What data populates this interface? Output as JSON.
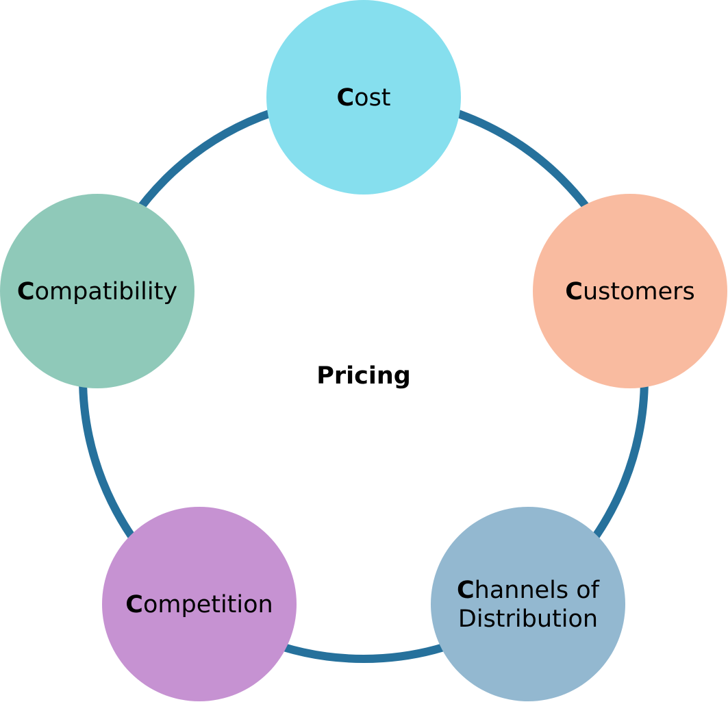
{
  "diagram": {
    "center_label": "Pricing",
    "ring_color": "#26719c",
    "nodes": [
      {
        "id": "cost",
        "initial": "C",
        "lines": [
          "ost"
        ],
        "color": "#86dfee"
      },
      {
        "id": "customers",
        "initial": "C",
        "lines": [
          "ustomers"
        ],
        "color": "#f9bba0"
      },
      {
        "id": "channels-of-distribution",
        "initial": "C",
        "lines": [
          "hannels of",
          "Distribution"
        ],
        "color": "#93b8d0"
      },
      {
        "id": "competition",
        "initial": "C",
        "lines": [
          "ompetition"
        ],
        "color": "#c692d2"
      },
      {
        "id": "compatibility",
        "initial": "C",
        "lines": [
          "ompatibility"
        ],
        "color": "#8fc9b9"
      }
    ]
  }
}
